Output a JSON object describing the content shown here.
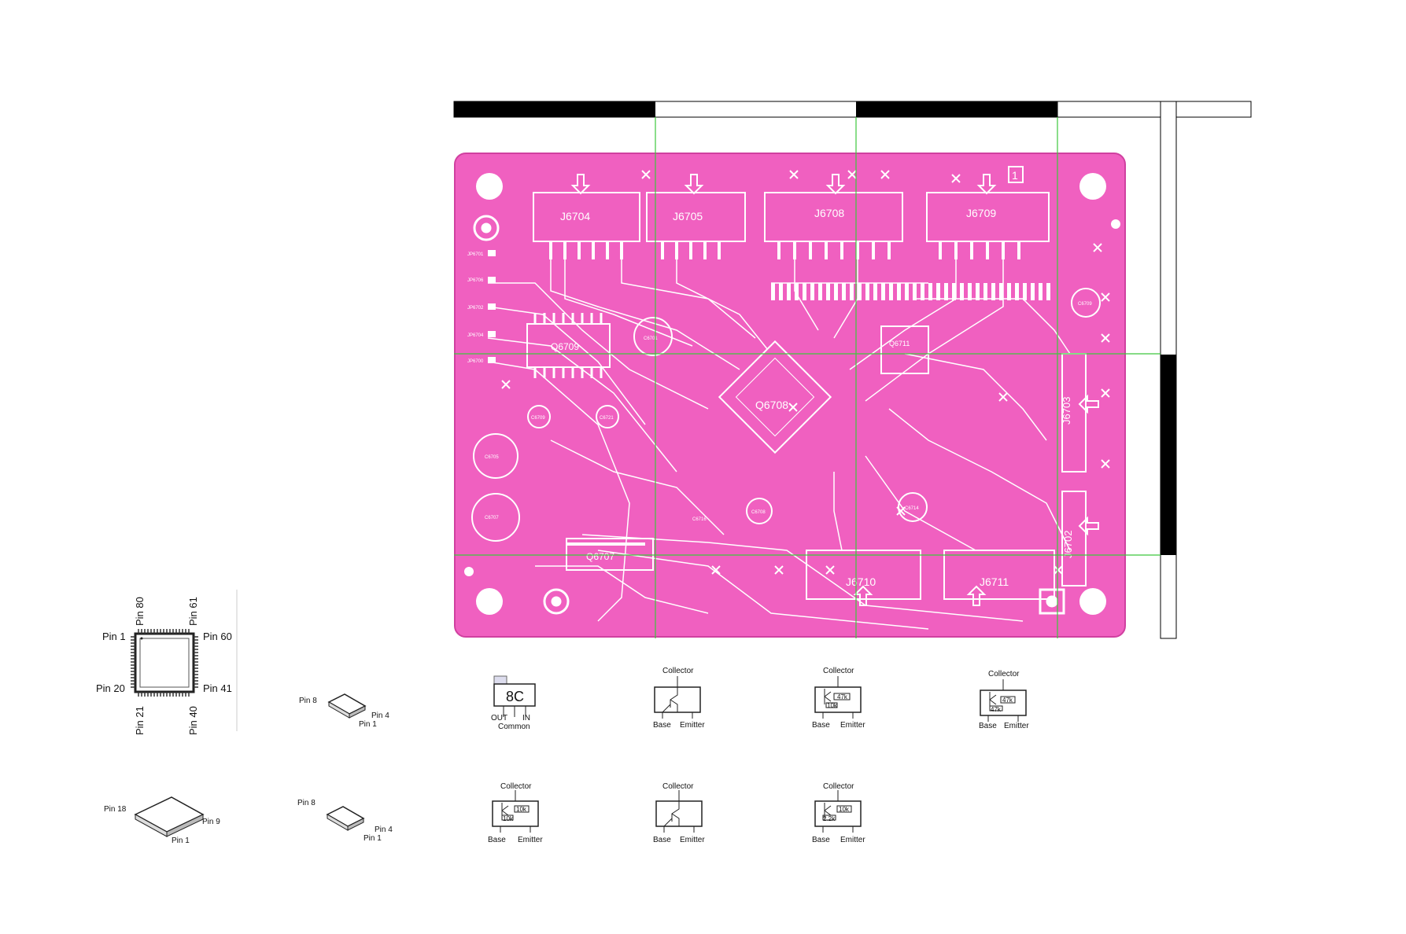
{
  "board": {
    "connectors": [
      "J6704",
      "J6705",
      "J6708",
      "J6709",
      "J6703",
      "J6702",
      "J6710",
      "J6711"
    ],
    "ics": [
      "Q6708",
      "Q6709",
      "Q6711",
      "Q6707"
    ],
    "small_labels": [
      "JP6701",
      "JP6706",
      "JP6702",
      "JP6704",
      "JP6700",
      "C6705",
      "C6707",
      "C6709",
      "C6721",
      "C6701",
      "C6716",
      "C6714",
      "C6708",
      "C6709"
    ],
    "board_number": "1",
    "colors": {
      "pcb": "#f060c0",
      "trace": "#ffffff",
      "grid": "#3cc83c",
      "bar": "#000000"
    }
  },
  "qfp_legend": {
    "pin1": "Pin 1",
    "pin20": "Pin 20",
    "pin21": "Pin 21",
    "pin40": "Pin 40",
    "pin41": "Pin 41",
    "pin60": "Pin 60",
    "pin61": "Pin 61",
    "pin80": "Pin 80"
  },
  "soic8_a": {
    "pin8": "Pin 8",
    "pin4": "Pin 4",
    "pin1": "Pin 1"
  },
  "soic8_b": {
    "pin8": "Pin 8",
    "pin4": "Pin 4",
    "pin1": "Pin 1"
  },
  "soic18": {
    "pin18": "Pin 18",
    "pin9": "Pin 9",
    "pin1": "Pin 1"
  },
  "regulator": {
    "marking": "8C",
    "out": "OUT",
    "in": "IN",
    "common": "Common"
  },
  "transistors": [
    {
      "collector": "Collector",
      "base": "Base",
      "emitter": "Emitter",
      "r1": "",
      "r2": ""
    },
    {
      "collector": "Collector",
      "base": "Base",
      "emitter": "Emitter",
      "r1": "47k",
      "r2": "10k"
    },
    {
      "collector": "Collector",
      "base": "Base",
      "emitter": "Emitter",
      "r1": "47k",
      "r2": "47k"
    },
    {
      "collector": "Collector",
      "base": "Base",
      "emitter": "Emitter",
      "r1": "10k",
      "r2": "10k"
    },
    {
      "collector": "Collector",
      "base": "Base",
      "emitter": "Emitter",
      "r1": "",
      "r2": ""
    },
    {
      "collector": "Collector",
      "base": "Base",
      "emitter": "Emitter",
      "r1": "10k",
      "r2": "2.2k"
    }
  ]
}
